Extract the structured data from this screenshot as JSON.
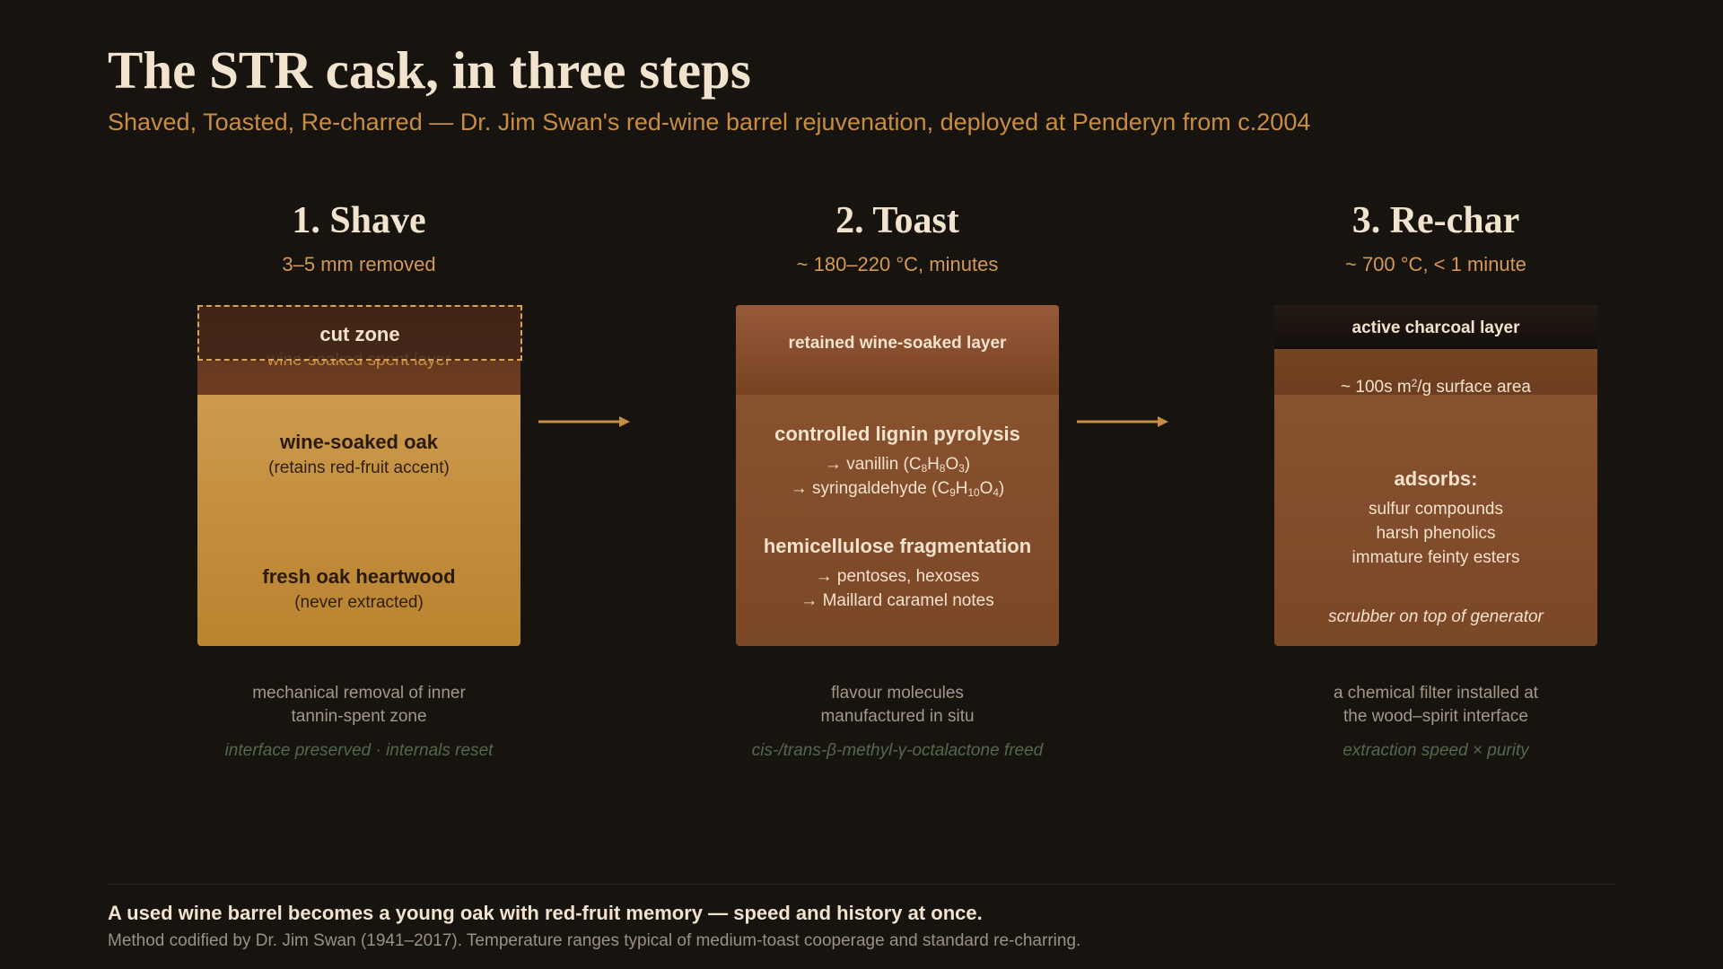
{
  "header": {
    "title": "The STR cask, in three steps",
    "subtitle": "Shaved, Toasted, Re-charred — Dr. Jim Swan's red-wine barrel rejuvenation, deployed at Penderyn from c.2004"
  },
  "steps": [
    {
      "title": "1. Shave",
      "param": "3–5 mm removed",
      "cut_zone_label": "cut zone",
      "spent_layer_label": "wine-soaked spent layer",
      "layer1_title": "wine-soaked oak",
      "layer1_note": "(retains red-fruit accent)",
      "layer2_title": "fresh oak heartwood",
      "layer2_note": "(never extracted)",
      "caption_line1": "mechanical removal of inner",
      "caption_line2": "tannin-spent zone",
      "caption_italic": "interface preserved · internals reset"
    },
    {
      "title": "2. Toast",
      "param": "~ 180–220 °C, minutes",
      "top_layer_label": "retained wine-soaked layer",
      "reaction1_title": "controlled lignin pyrolysis",
      "reaction1_product1": "vanillin",
      "reaction1_product2": "syringaldehyde",
      "reaction2_title": "hemicellulose fragmentation",
      "reaction2_product1": "pentoses, hexoses",
      "reaction2_product2": "Maillard caramel notes",
      "caption_line1": "flavour molecules",
      "caption_line2": "manufactured in situ",
      "caption_italic": "cis-/trans-β-methyl-γ-octalactone freed"
    },
    {
      "title": "3. Re-char",
      "param": "~ 700 °C, < 1 minute",
      "charcoal_label": "active charcoal layer",
      "surface_area_prefix": "~ 100s m",
      "surface_area_sup": "2",
      "surface_area_suffix": "/g surface area",
      "adsorbs_title": "adsorbs:",
      "adsorbs_item1": "sulfur compounds",
      "adsorbs_item2": "harsh phenolics",
      "adsorbs_item3": "immature feinty esters",
      "tagline": "scrubber on top of generator",
      "caption_line1": "a chemical filter installed at",
      "caption_line2": "the wood–spirit interface",
      "caption_italic": "extraction speed × purity"
    }
  ],
  "footer": {
    "main": "A used wine barrel becomes a young oak with red-fruit memory — speed and history at once.",
    "sub": "Method codified by Dr. Jim Swan (1941–2017). Temperature ranges typical of medium-toast cooperage and standard re-charring."
  },
  "colors": {
    "background": "#17130f",
    "oak": "#d4a257",
    "toasted": "#8e5632",
    "charcoal": "#1a130f",
    "accent": "#c98d42",
    "caption_green": "#53684c"
  }
}
